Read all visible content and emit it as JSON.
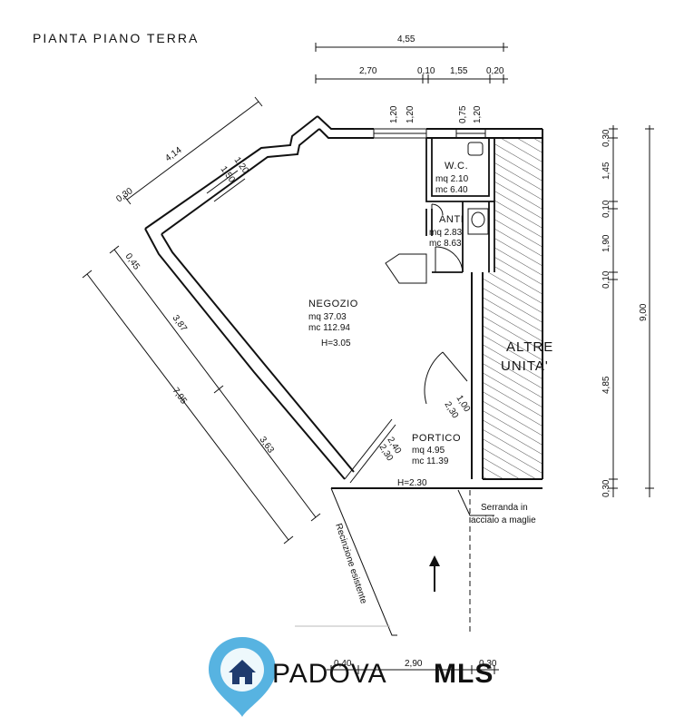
{
  "title": "PIANTA PIANO TERRA",
  "rooms": {
    "wc": {
      "name": "W.C.",
      "mq": "mq 2.10",
      "mc": "mc 6.40"
    },
    "anti": {
      "name": "ANTI",
      "mq": "mq 2.83",
      "mc": "mc 8.63"
    },
    "negozio": {
      "name": "NEGOZIO",
      "mq": "mq 37.03",
      "mc": "mc 112.94",
      "h": "H=3.05"
    },
    "portico": {
      "name": "PORTICO",
      "mq": "mq 4.95",
      "mc": "mc 11.39",
      "h": "H=2.30"
    },
    "altre": {
      "line1": "ALTRE",
      "line2": "UNITA'"
    }
  },
  "notes": {
    "serranda1": "Serranda in",
    "serranda2": "acciaio a maglie",
    "recinzione": "Recinzione esistente"
  },
  "dims": {
    "top_total": "4,55",
    "top_a": "2,70",
    "top_b": "0,10",
    "top_c": "1,55",
    "top_d": "0,20",
    "win1a": "1,20",
    "win1b": "1,20",
    "win2a": "0,75",
    "win2b": "1,20",
    "right_total": "9,00",
    "right_a": "0,30",
    "right_b": "1,45",
    "right_c": "0,10",
    "right_d": "1,90",
    "right_e": "0,10",
    "right_f": "4,85",
    "right_g": "0,30",
    "diag_top": "4,14",
    "diag_top_small": "0,30",
    "diag_win_a": "1,50",
    "diag_win_b": "1,20",
    "left_a": "0,45",
    "left_b": "3,87",
    "left_total": "7,95",
    "left_c": "3,63",
    "portico_a": "2,30",
    "portico_b": "1,00",
    "portico_c": "2,40",
    "portico_d": "2,30",
    "bottom_a": "0,40",
    "bottom_b": "2,90",
    "bottom_c": "0,30"
  },
  "logo": {
    "part1": "PADOVA",
    "part2": "MLS"
  },
  "colors": {
    "logo_light": "#3aa6dc",
    "logo_dark": "#1f3b6e"
  }
}
